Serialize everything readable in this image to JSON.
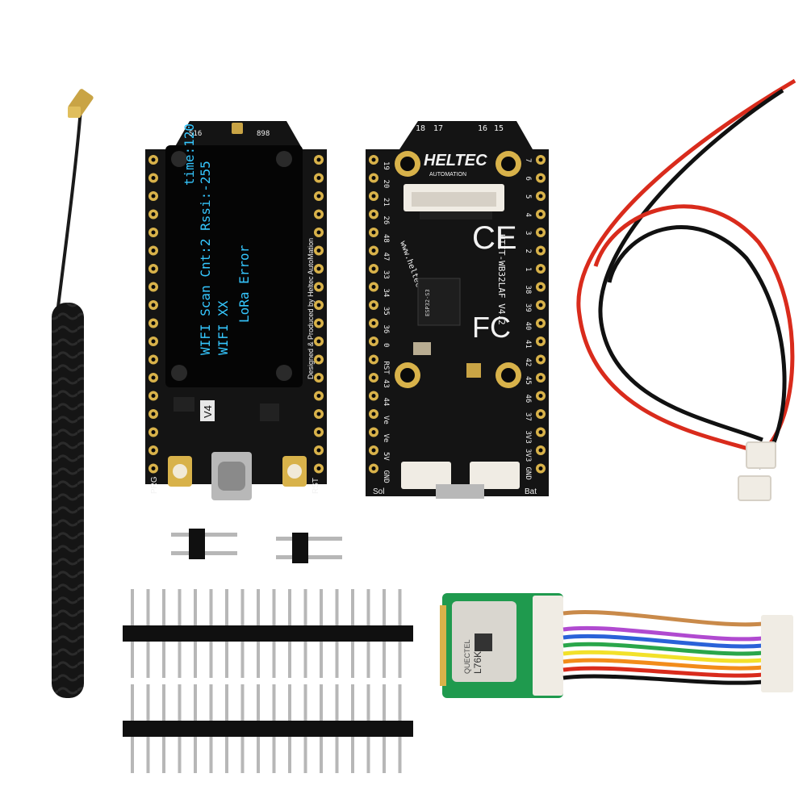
{
  "board_front": {
    "oled_lines": [
      "time:120",
      "WIFI Scan Cnt:2 Rssi:-255",
      "WIFI XX",
      "LoRa Error"
    ],
    "side_text": "Designed & Produced by Heltec AutoMation",
    "version": "V4",
    "antenna_labels": [
      "S16",
      "898"
    ],
    "button_left": "PRG",
    "button_right": "RST"
  },
  "board_back": {
    "brand": "HELTEC",
    "brand_sub": "AUTOMATION",
    "model": "HTIT-WB32LAF V4.2",
    "website": "www.heltec.cn",
    "top_pins": [
      "18",
      "17",
      "16",
      "15"
    ],
    "left_pins": [
      "19",
      "20",
      "21",
      "26",
      "48",
      "47",
      "33",
      "34",
      "35",
      "36",
      "0",
      "RST",
      "43",
      "44",
      "Ve",
      "Ve",
      "5V",
      "GND"
    ],
    "right_pins": [
      "7",
      "6",
      "5",
      "4",
      "3",
      "2",
      "1",
      "38",
      "39",
      "40",
      "41",
      "42",
      "45",
      "46",
      "37",
      "3V3",
      "3V3",
      "GND"
    ],
    "bottom_labels": [
      "Sol",
      "Bat"
    ],
    "chip_text": "ESP32-S3"
  },
  "gps_module": {
    "maker": "QUECTEL",
    "model": "L76K"
  },
  "colors": {
    "pcb": "#141414",
    "oled": "#35c7ff",
    "gold": "#d8b24a",
    "gps_pcb": "#1f9a4e",
    "wire_red": "#d92b1c",
    "wire_black": "#111111"
  }
}
